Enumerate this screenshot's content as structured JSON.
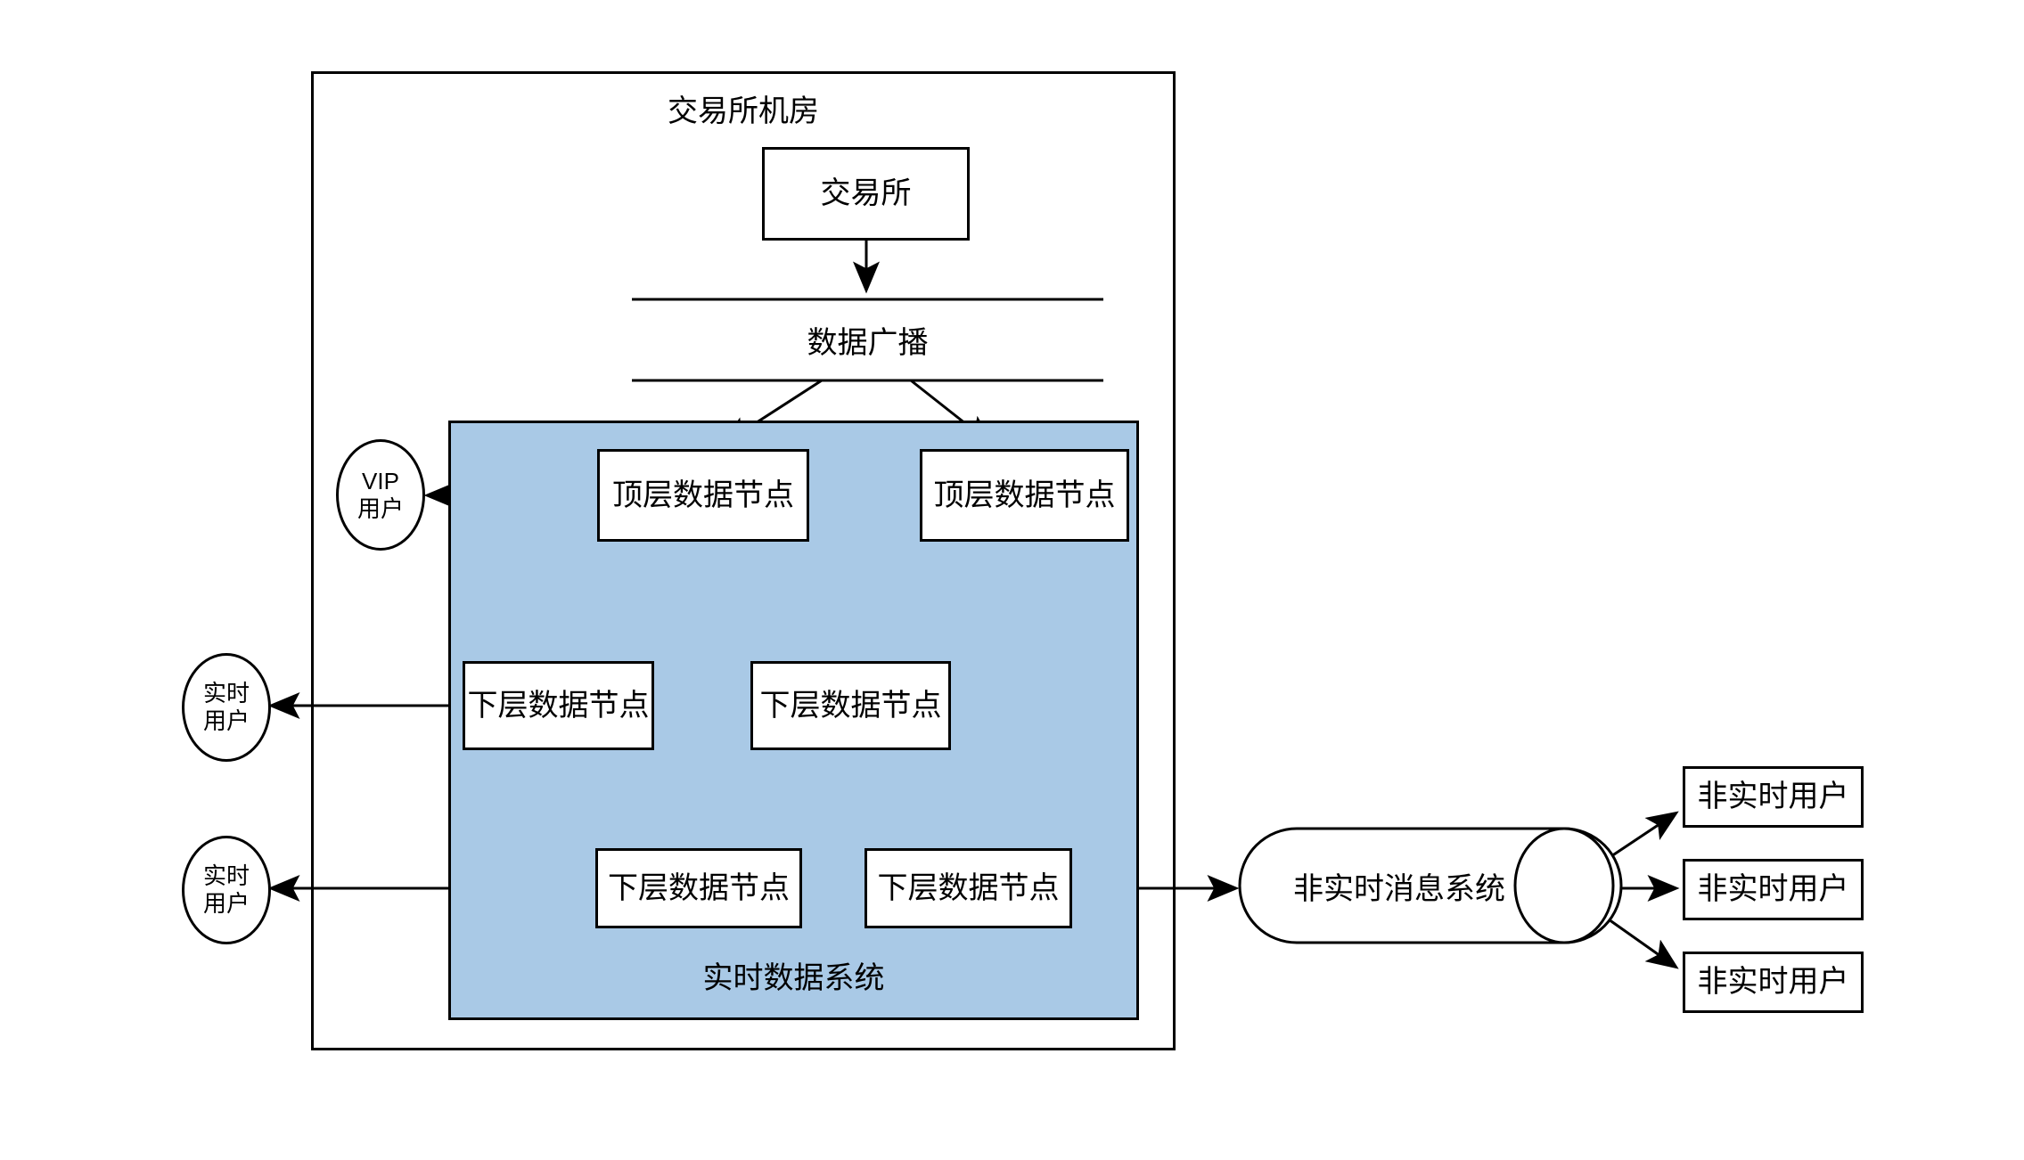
{
  "diagram": {
    "type": "flowchart",
    "title_visible": false,
    "colors": {
      "zone_fill": "#a9c9e6",
      "stroke": "#000000",
      "node_fill": "#ffffff",
      "page_background": "#ffffff"
    },
    "outer_container": {
      "label": "交易所机房"
    },
    "zone": {
      "label": "实时数据系统"
    },
    "exchange": {
      "label": "交易所"
    },
    "broadcast": {
      "label": "数据广播"
    },
    "top_nodes": [
      {
        "label": "顶层数据节点"
      },
      {
        "label": "顶层数据节点"
      }
    ],
    "mid_nodes": [
      {
        "label": "下层数据节点"
      },
      {
        "label": "下层数据节点"
      }
    ],
    "bottom_nodes": [
      {
        "label": "下层数据节点"
      },
      {
        "label": "下层数据节点"
      }
    ],
    "vip_user": {
      "line1": "VIP",
      "line2": "用户"
    },
    "realtime_users": [
      {
        "line1": "实时",
        "line2": "用户"
      },
      {
        "line1": "实时",
        "line2": "用户"
      }
    ],
    "message_system": {
      "label": "非实时消息系统"
    },
    "non_realtime_users": [
      {
        "label": "非实时用户"
      },
      {
        "label": "非实时用户"
      },
      {
        "label": "非实时用户"
      }
    ]
  }
}
